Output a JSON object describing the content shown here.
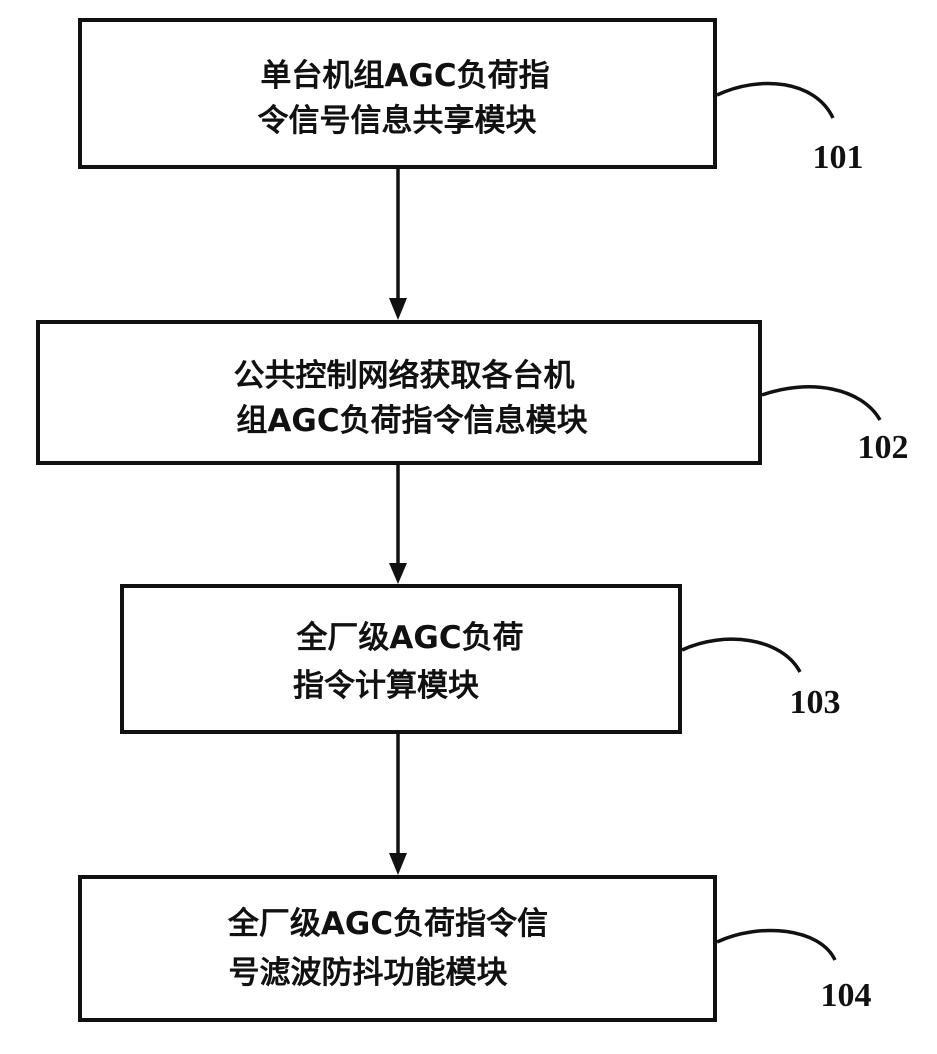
{
  "diagram": {
    "type": "flowchart",
    "direction": "top-to-bottom",
    "nodes": [
      {
        "id": "101",
        "lines": [
          "单台机组AGC负荷指",
          "令信号信息共享模块"
        ],
        "ref": "101"
      },
      {
        "id": "102",
        "lines": [
          "公共控制网络获取各台机",
          "组AGC负荷指令信息模块"
        ],
        "ref": "102"
      },
      {
        "id": "103",
        "lines": [
          "全厂级AGC负荷",
          "指令计算模块"
        ],
        "ref": "103"
      },
      {
        "id": "104",
        "lines": [
          "全厂级AGC负荷指令信",
          "号滤波防抖功能模块"
        ],
        "ref": "104"
      }
    ],
    "edges": [
      {
        "from": "101",
        "to": "102"
      },
      {
        "from": "102",
        "to": "103"
      },
      {
        "from": "103",
        "to": "104"
      }
    ]
  }
}
